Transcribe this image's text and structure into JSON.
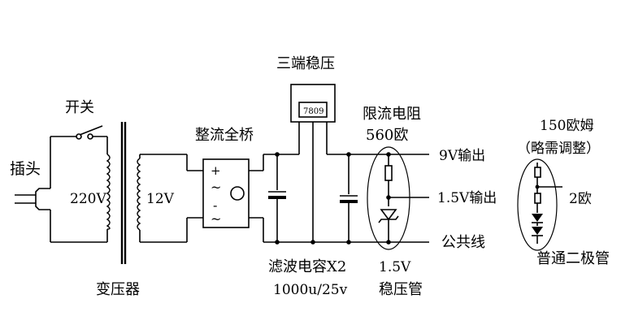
{
  "labels": {
    "plug": "插头",
    "switch": "开关",
    "primary_voltage": "220V",
    "secondary_voltage": "12V",
    "transformer": "变压器",
    "rectifier": "整流全桥",
    "regulator_title": "三端稳压",
    "regulator_chip": "7809",
    "limit_resistor_line1": "限流电阻",
    "limit_resistor_line2": "560欧",
    "out_9v": "9V输出",
    "out_1_5v": "1.5V输出",
    "common_line": "公共线",
    "filter_caps_line1": "滤波电容X2",
    "filter_caps_line2": "1000u/25v",
    "zener_line1": "1.5V",
    "zener_line2": "稳压管",
    "alt_resistor_line1": "150欧姆",
    "alt_resistor_line2": "（略需调整）",
    "alt_resistor2": "2欧",
    "diodes": "普通二极管"
  },
  "bridge_symbols": {
    "plus": "+",
    "ac1": "~",
    "minus": "-",
    "ac2": "~"
  }
}
